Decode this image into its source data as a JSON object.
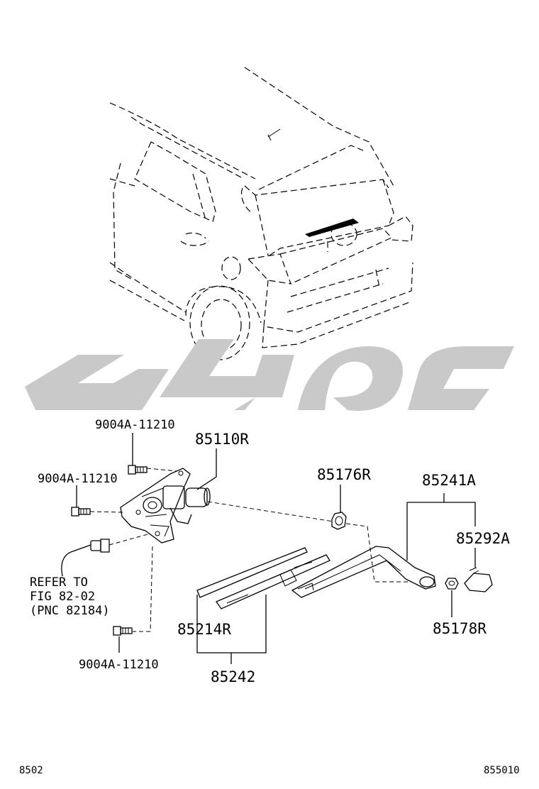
{
  "labels": {
    "bolt_top": "9004A-11210",
    "bolt_left": "9004A-11210",
    "bolt_bottom": "9004A-11210",
    "motor": "85110R",
    "cap_nut": "85176R",
    "arm_assembly": "85241A",
    "arm_cover": "85292A",
    "nut": "85178R",
    "blade": "85214R",
    "blade_assembly": "85242",
    "refer_line1": "REFER TO",
    "refer_line2": "FIG 82-02",
    "refer_line3": "(PNC 82184)"
  },
  "footer": {
    "left_code": "8502",
    "right_code": "855010"
  },
  "colors": {
    "line": "#000000",
    "watermark": "#c9c9c9",
    "background": "#ffffff"
  }
}
